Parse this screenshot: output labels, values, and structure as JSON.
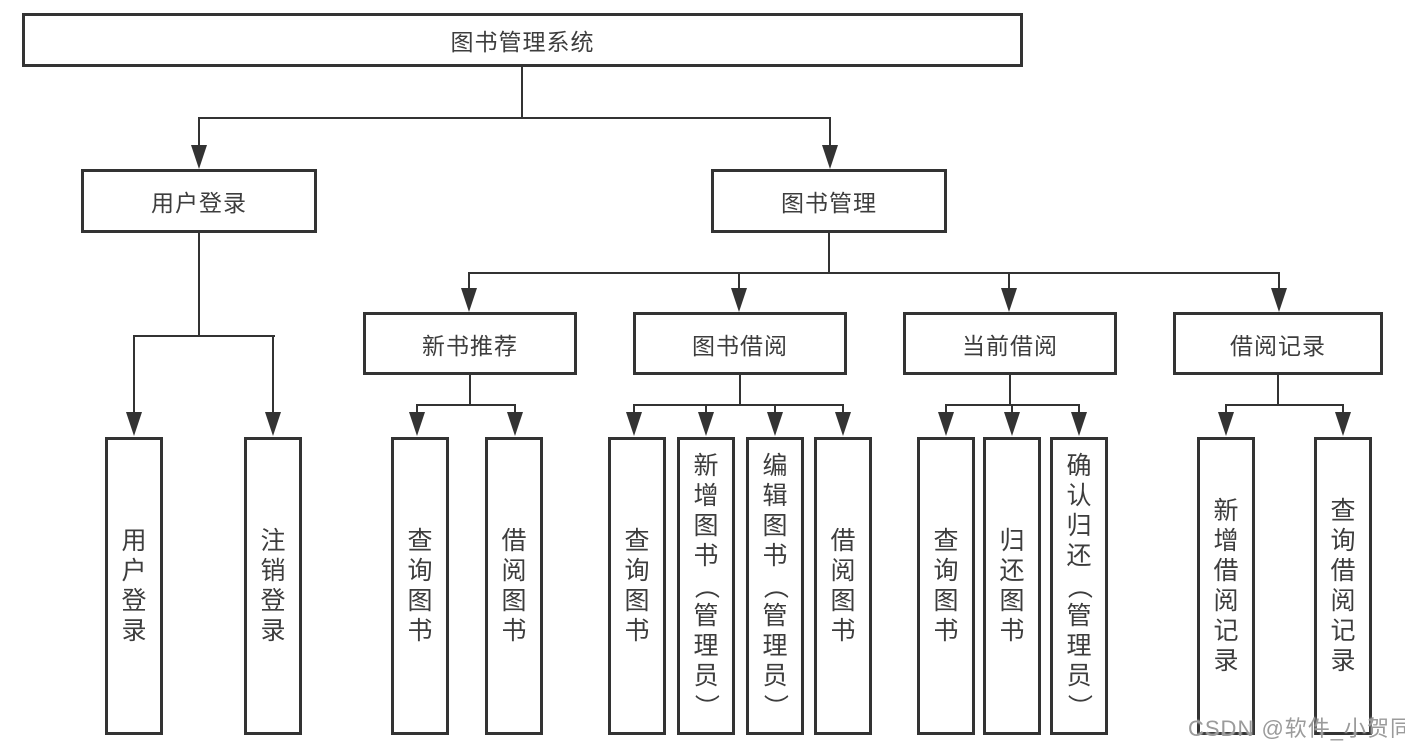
{
  "diagram": {
    "root": {
      "label": "图书管理系统"
    },
    "branches": [
      {
        "label": "用户登录",
        "children": [
          {
            "label": "用户登录"
          },
          {
            "label": "注销登录"
          }
        ]
      },
      {
        "label": "图书管理",
        "children": [
          {
            "label": "新书推荐",
            "children": [
              {
                "label": "查询图书"
              },
              {
                "label": "借阅图书"
              }
            ]
          },
          {
            "label": "图书借阅",
            "children": [
              {
                "label": "查询图书"
              },
              {
                "label": "新增图书（管理员）"
              },
              {
                "label": "编辑图书（管理员）"
              },
              {
                "label": "借阅图书"
              }
            ]
          },
          {
            "label": "当前借阅",
            "children": [
              {
                "label": "查询图书"
              },
              {
                "label": "归还图书"
              },
              {
                "label": "确认归还（管理员）"
              }
            ]
          },
          {
            "label": "借阅记录",
            "children": [
              {
                "label": "新增借阅记录"
              },
              {
                "label": "查询借阅记录"
              }
            ]
          }
        ]
      }
    ]
  },
  "watermark": {
    "text": "CSDN @软件_小贺同学"
  },
  "colors": {
    "line": "#333333",
    "box_border": "#333333",
    "text": "#3d3d3d",
    "background": "#ffffff",
    "watermark": "#9b9b9b"
  }
}
